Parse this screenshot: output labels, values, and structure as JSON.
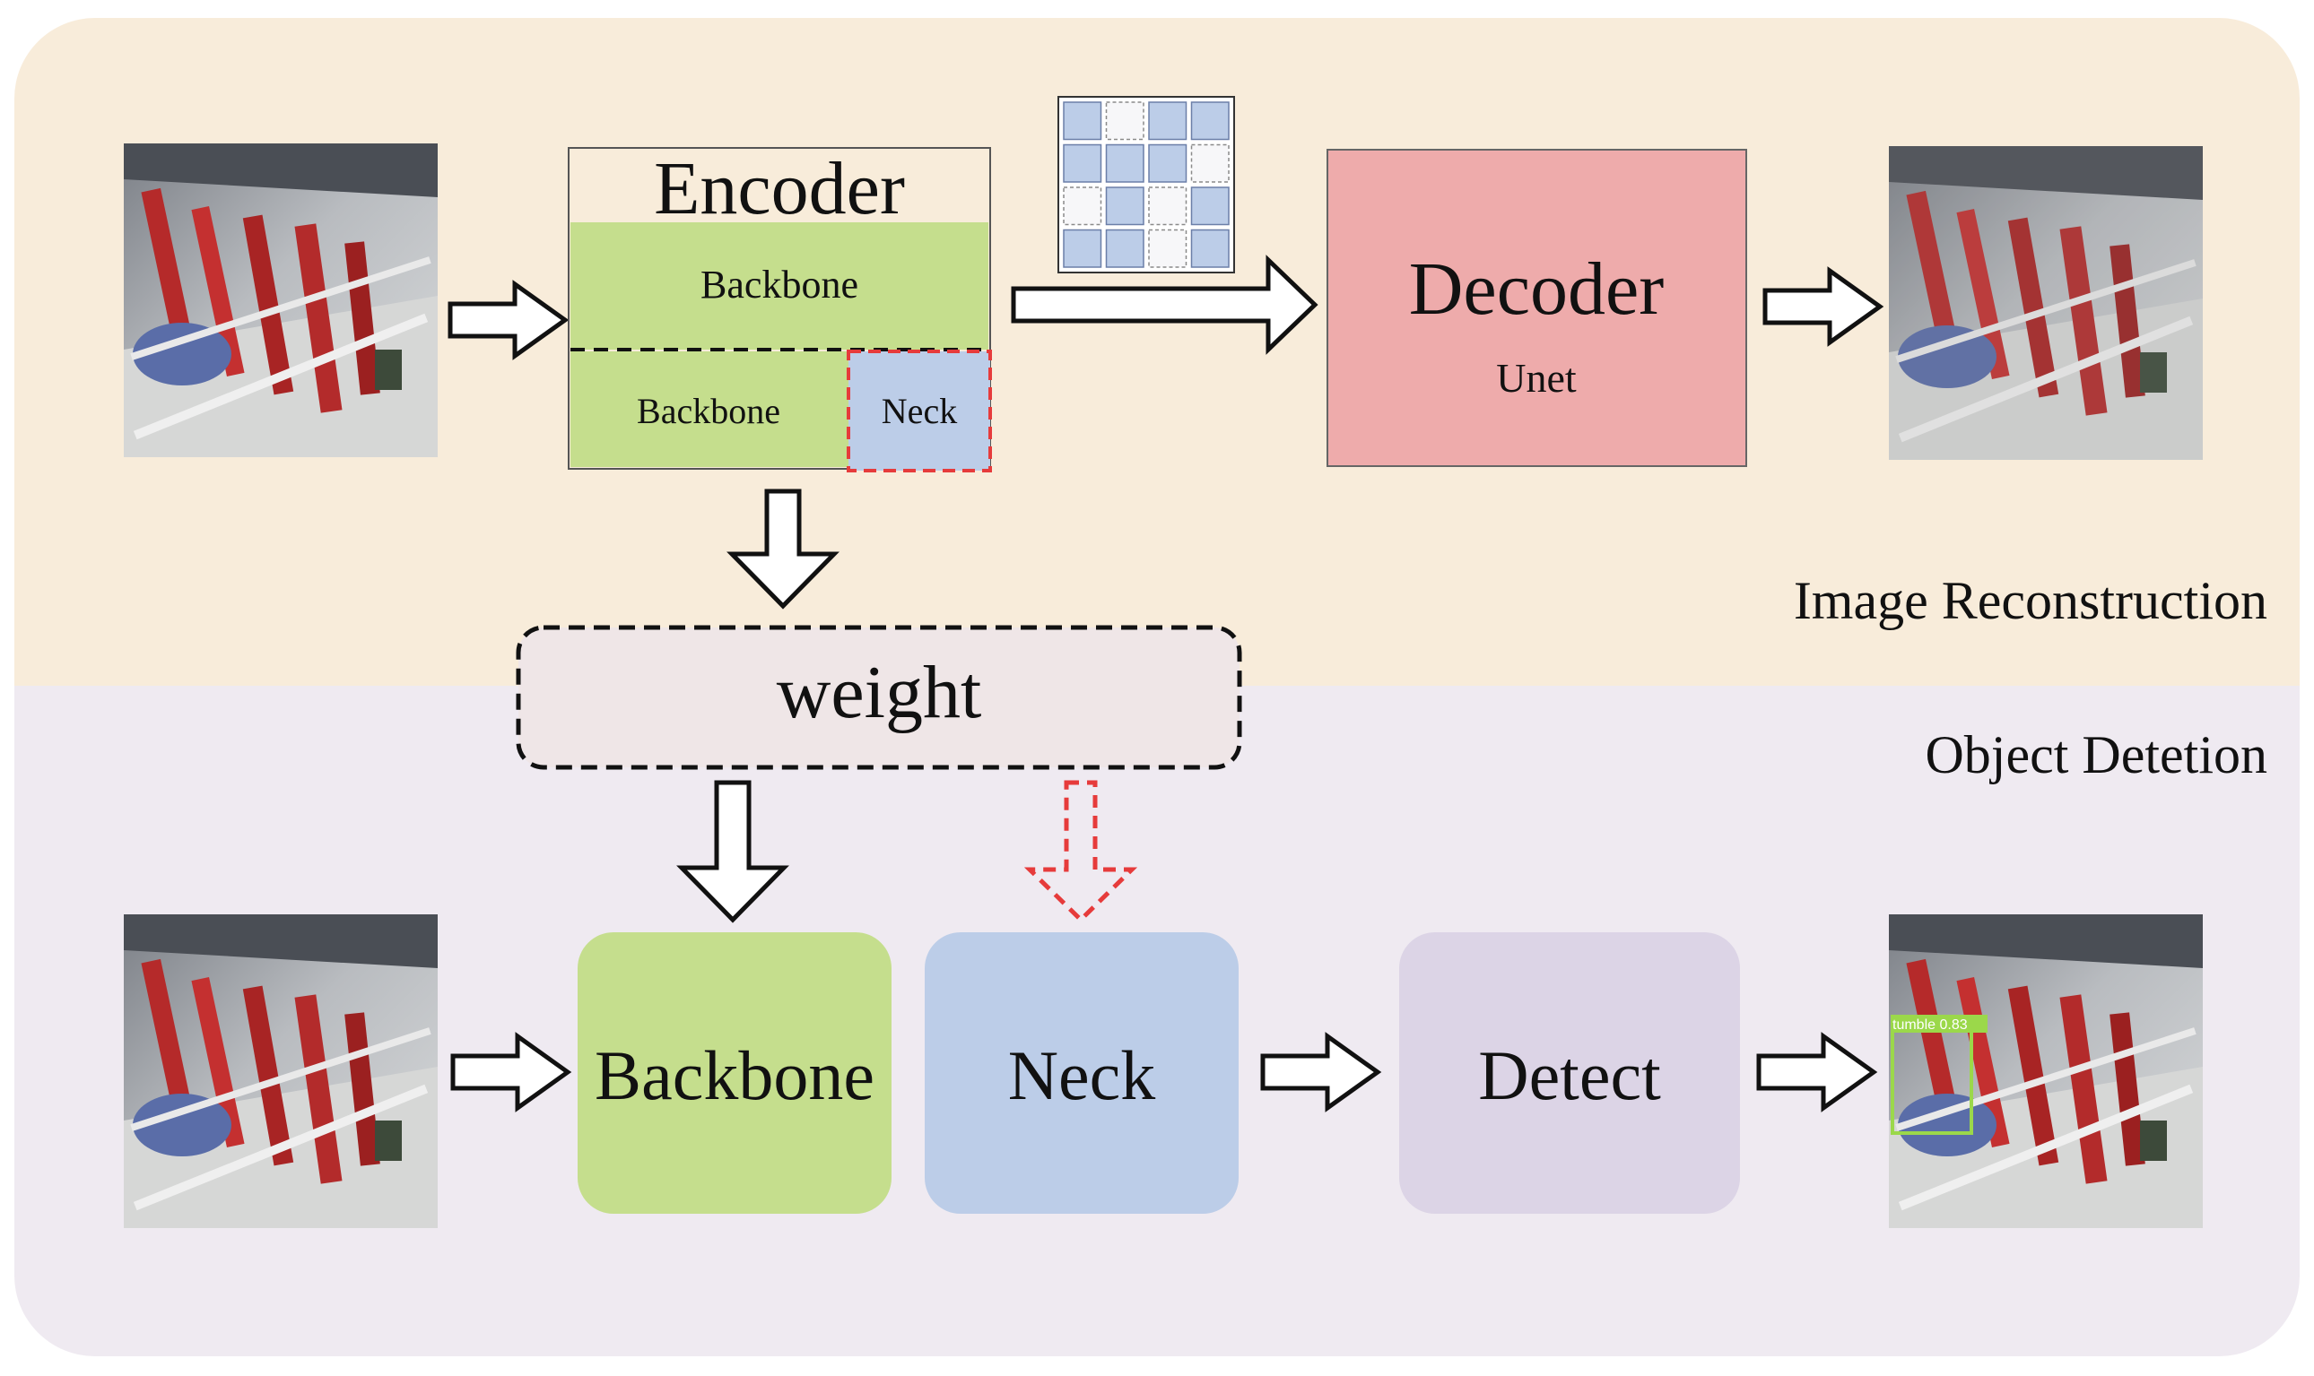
{
  "sections": {
    "reconstruction": {
      "label": "Image Reconstruction",
      "bg": "#f8ecda"
    },
    "detection": {
      "label": "Object Detetion",
      "bg": "#efeaf1"
    }
  },
  "encoder": {
    "title": "Encoder",
    "backbone_full": "Backbone",
    "backbone_part": "Backbone",
    "neck_part": "Neck"
  },
  "decoder": {
    "title": "Decoder",
    "subtitle": "Unet"
  },
  "weight": {
    "label": "weight"
  },
  "pipeline": {
    "backbone": "Backbone",
    "neck": "Neck",
    "detect": "Detect"
  },
  "detection_result": {
    "box_label": "tumble  0.83"
  },
  "mask_grid": [
    [
      1,
      0,
      1,
      1
    ],
    [
      1,
      1,
      1,
      0
    ],
    [
      0,
      1,
      0,
      1
    ],
    [
      1,
      1,
      0,
      1
    ]
  ],
  "colors": {
    "green": "#c5de8d",
    "blue": "#bccde8",
    "pink": "#eeabab",
    "lavender": "#dcd4e6",
    "red_dashed": "#e63b3b",
    "detect_box": "#9bd84a"
  },
  "photo_thumbnails": [
    "input-image-top",
    "reconstructed-image",
    "input-image-bottom",
    "detection-result-image"
  ]
}
